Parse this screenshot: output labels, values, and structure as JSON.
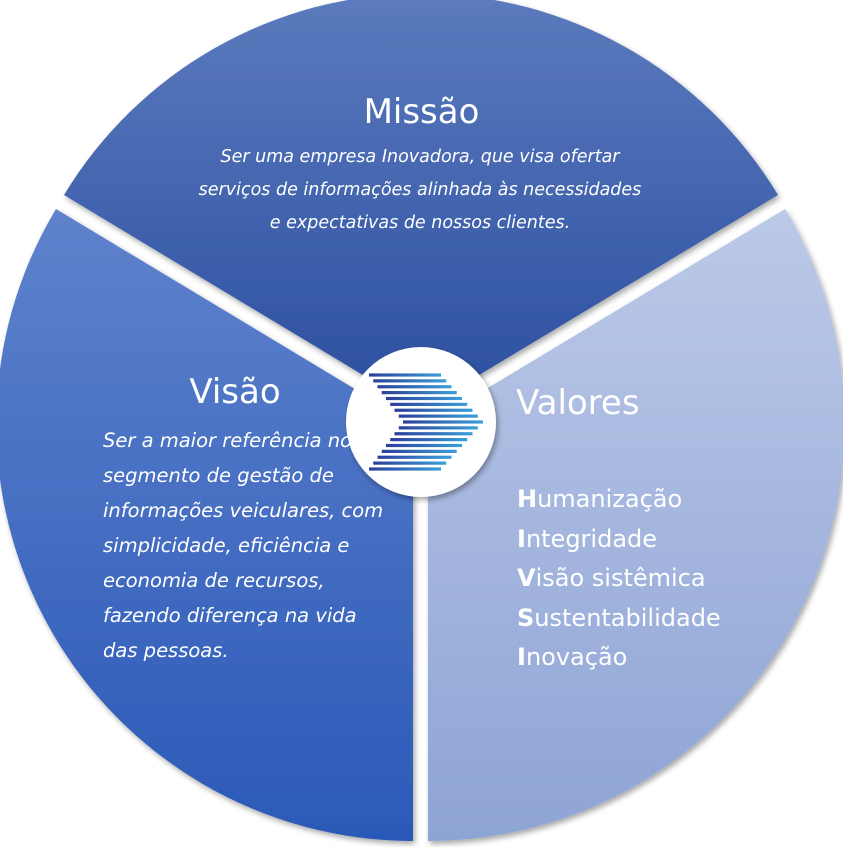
{
  "segments": {
    "missao": {
      "title": "Missão",
      "lines": [
        "Ser uma empresa Inovadora, que visa ofertar",
        "serviços de informações alinhada às necessidades",
        "e expectativas de nossos clientes."
      ]
    },
    "visao": {
      "title": "Visão",
      "text": "Ser a maior referência no segmento de gestão de informações veiculares, com simplicidade, eficiência e economia de recursos, fazendo diferença na vida das pessoas."
    },
    "valores": {
      "title": "Valores",
      "items": [
        {
          "initial": "H",
          "rest": "umanização"
        },
        {
          "initial": "I",
          "rest": "ntegridade"
        },
        {
          "initial": "V",
          "rest": "isão sistêmica"
        },
        {
          "initial": "S",
          "rest": "ustentabilidade"
        },
        {
          "initial": "I",
          "rest": "novação"
        }
      ]
    }
  },
  "colors": {
    "missao_top": "#5c7bbe",
    "missao_bottom": "#2a4e9f",
    "visao_top": "#5f82cc",
    "visao_bottom": "#2b59b8",
    "valores_top": "#b6c4e5",
    "valores_bottom": "#8ea4d5",
    "logo_stripe_dark": "#2b3e9a",
    "logo_stripe_light": "#3aa0d8"
  },
  "logo": {
    "name": "company-logo-chevron-stripes"
  }
}
